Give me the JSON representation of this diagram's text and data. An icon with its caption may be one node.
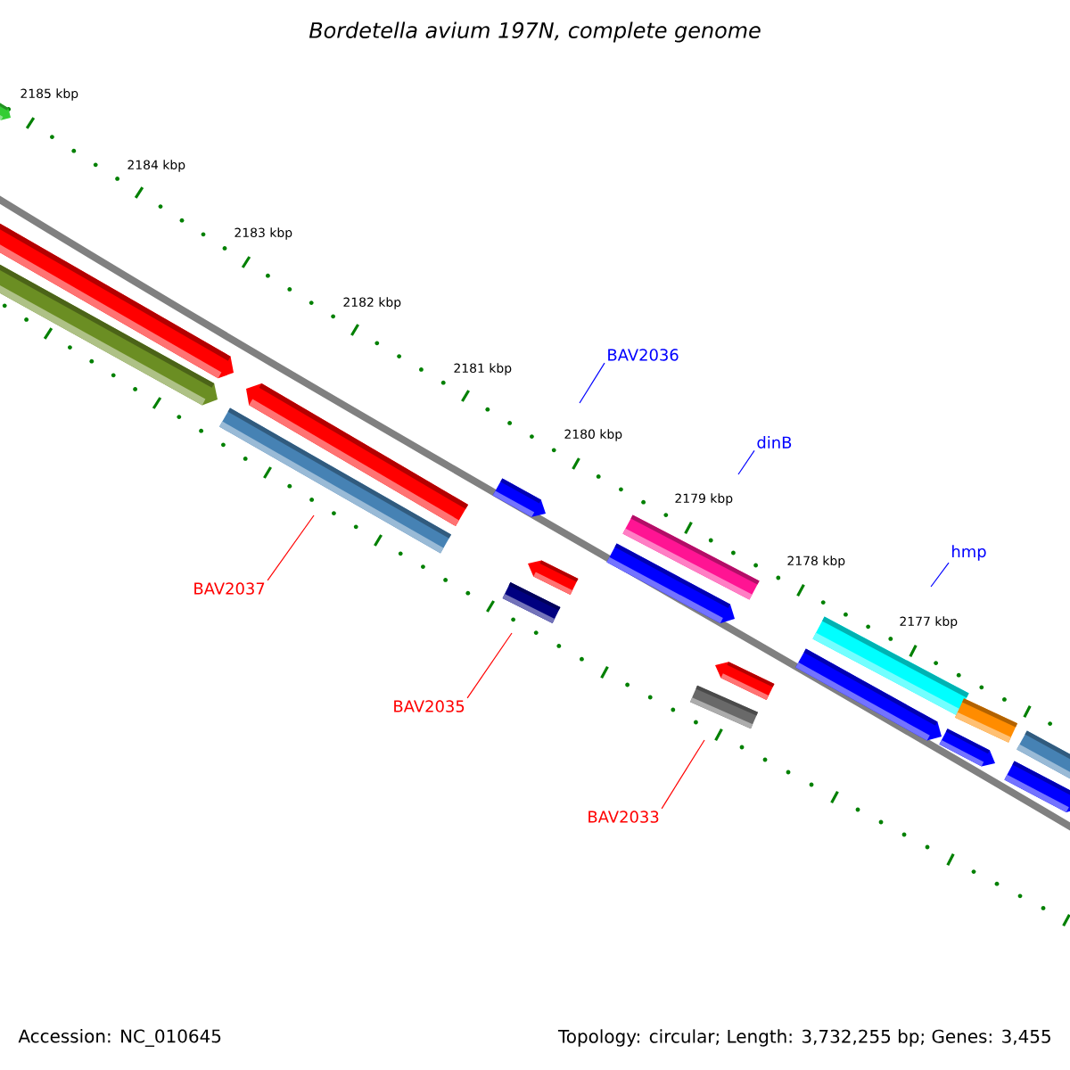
{
  "diagram": {
    "title": "Bordetella avium 197N, complete genome",
    "nodes": [
      {
        "text": [
          "BAV2036"
        ]
      },
      {
        "text": [
          "dinB"
        ]
      },
      {
        "text": [
          "hmp"
        ]
      },
      {
        "text": [
          "BAV2037"
        ]
      },
      {
        "text": [
          "BAV2035"
        ]
      },
      {
        "text": [
          "BAV2033"
        ]
      }
    ],
    "edges": [
      {
        "from": 0,
        "to": null,
        "arrow": "none",
        "color": "#0000ff"
      },
      {
        "from": 1,
        "to": null,
        "arrow": "none",
        "color": "#0000ff"
      },
      {
        "from": 2,
        "to": null,
        "arrow": "none",
        "color": "#0000ff"
      },
      {
        "from": 3,
        "to": null,
        "arrow": "none",
        "color": "#ff0000"
      },
      {
        "from": 4,
        "to": null,
        "arrow": "none",
        "color": "#ff0000"
      },
      {
        "from": 5,
        "to": null,
        "arrow": "none",
        "color": "#ff0000"
      }
    ],
    "labels": [
      "2185 kbp",
      "2184 kbp",
      "2183 kbp",
      "2182 kbp",
      "2181 kbp",
      "2180 kbp",
      "2179 kbp",
      "2178 kbp",
      "2177 kbp",
      "Accession: NC_010645",
      "Topology: circular; Length: 3,732,255 bp; Genes: 3,455"
    ]
  }
}
